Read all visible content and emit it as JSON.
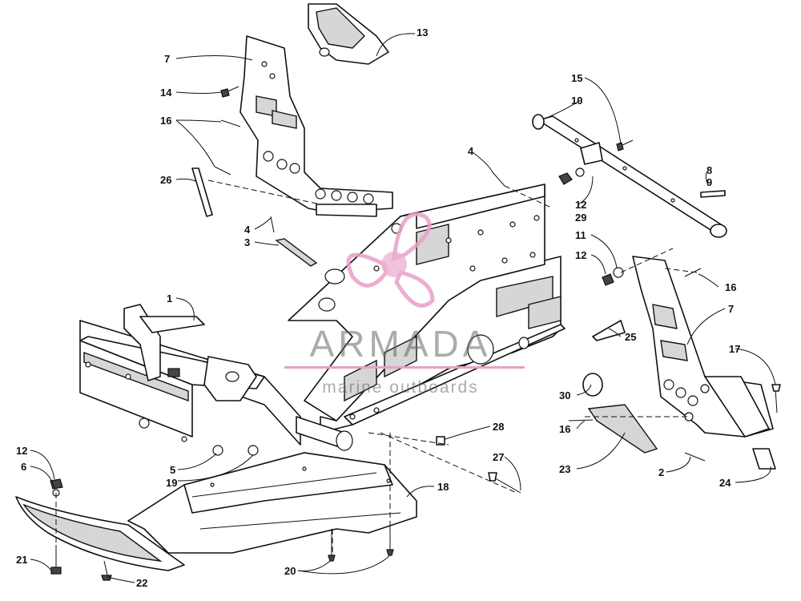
{
  "watermark": {
    "brand": "ARMADA",
    "tagline": "marine outboards",
    "logo_color": "#e8a0c8",
    "text_color": "#666666"
  },
  "callouts": [
    {
      "id": "c13a",
      "label": "13"
    },
    {
      "id": "c7a",
      "label": "7"
    },
    {
      "id": "c14",
      "label": "14"
    },
    {
      "id": "c16a",
      "label": "16"
    },
    {
      "id": "c26",
      "label": "26"
    },
    {
      "id": "c4a",
      "label": "4"
    },
    {
      "id": "c3",
      "label": "3"
    },
    {
      "id": "c1",
      "label": "1"
    },
    {
      "id": "c4b",
      "label": "4"
    },
    {
      "id": "c15",
      "label": "15"
    },
    {
      "id": "c10",
      "label": "10"
    },
    {
      "id": "c8",
      "label": "8"
    },
    {
      "id": "c9",
      "label": "9"
    },
    {
      "id": "c12a",
      "label": "12"
    },
    {
      "id": "c29",
      "label": "29"
    },
    {
      "id": "c11",
      "label": "11"
    },
    {
      "id": "c12b",
      "label": "12"
    },
    {
      "id": "c16b",
      "label": "16"
    },
    {
      "id": "c7b",
      "label": "7"
    },
    {
      "id": "c25",
      "label": "25"
    },
    {
      "id": "c17",
      "label": "17"
    },
    {
      "id": "c30",
      "label": "30"
    },
    {
      "id": "c28",
      "label": "28"
    },
    {
      "id": "c16c",
      "label": "16"
    },
    {
      "id": "c27",
      "label": "27"
    },
    {
      "id": "c23",
      "label": "23"
    },
    {
      "id": "c2",
      "label": "2"
    },
    {
      "id": "c24",
      "label": "24"
    },
    {
      "id": "c18",
      "label": "18"
    },
    {
      "id": "c12c",
      "label": "12"
    },
    {
      "id": "c6",
      "label": "6"
    },
    {
      "id": "c5",
      "label": "5"
    },
    {
      "id": "c19",
      "label": "19"
    },
    {
      "id": "c21",
      "label": "21"
    },
    {
      "id": "c22",
      "label": "22"
    },
    {
      "id": "c20",
      "label": "20"
    }
  ]
}
